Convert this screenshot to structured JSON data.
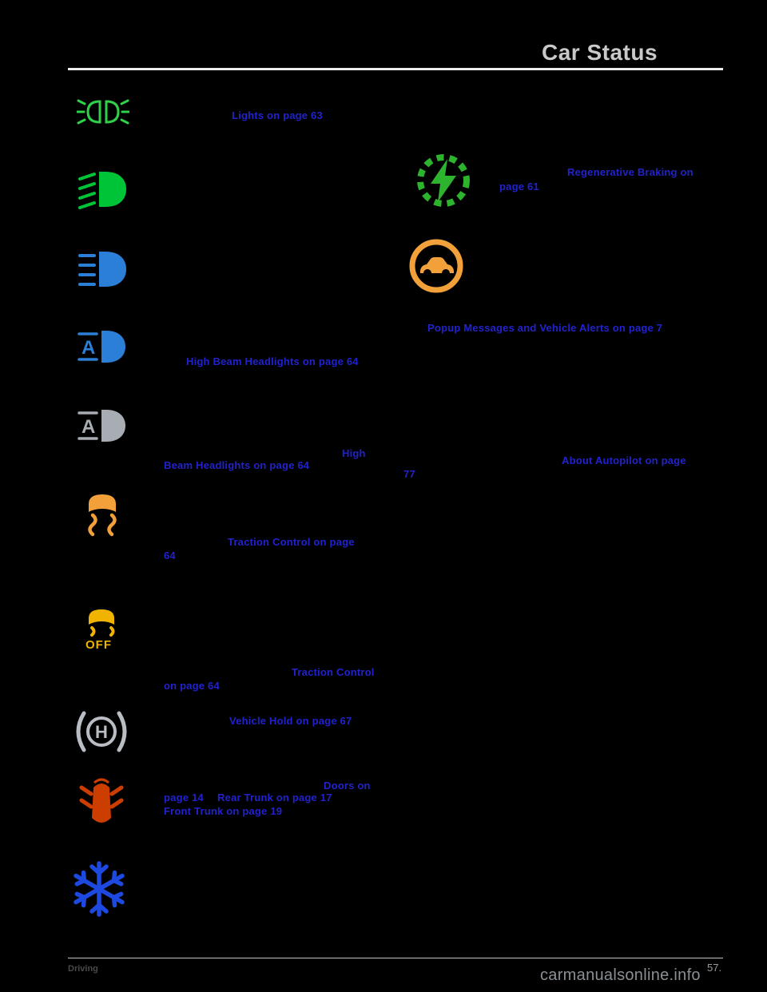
{
  "header": {
    "title": "Car Status"
  },
  "colors": {
    "background": "#000000",
    "title": "#c9c9c9",
    "rule": "#ededed",
    "rule_footer": "#c4c4c4",
    "link": "#2222cc",
    "parking_green": "#2fd04a",
    "lamp_green": "#00c437",
    "lamp_blue": "#2b7fd6",
    "lamp_gray": "#a8adb3",
    "traction_amber": "#f2a13a",
    "traction_off_amber": "#f0b400",
    "hold_gray": "#b9bec4",
    "doors_red": "#cc3d00",
    "snow_blue": "#1d49e0",
    "regen_green": "#2db32d",
    "alert_orange": "#f2a13a",
    "footer_text": "#4a4a4a",
    "page_number": "#9a9a9a",
    "watermark": "#8a8f94"
  },
  "glyphs": {
    "auto_a": "A",
    "hold_h": "H",
    "traction_off": "OFF"
  },
  "icons": {
    "parking_lights": "green parking lights indicator",
    "low_beam": "green low beam headlights indicator",
    "high_beam": "blue high beam headlights indicator",
    "auto_high_beam_active": "blue auto high beam indicator with A",
    "auto_high_beam_available": "gray auto high beam indicator with A",
    "traction_control": "amber car with skid marks",
    "traction_control_off": "amber car with skid marks and OFF",
    "vehicle_hold": "gray H in circle with side brackets",
    "doors_open": "red-orange car with open doors top view",
    "cold_battery": "blue snowflake",
    "regen_braking_limited": "green dashed circle with lightning bolt",
    "vehicle_alert": "orange ring with car silhouette"
  },
  "links": [
    {
      "text": "Lights on page 63"
    },
    {
      "text": "Regenerative Braking on"
    },
    {
      "text": "page 61"
    },
    {
      "text": "Popup Messages and Vehicle Alerts on page 7"
    },
    {
      "text": "High Beam Headlights on page 64"
    },
    {
      "text": "High"
    },
    {
      "text": "Beam Headlights on page 64"
    },
    {
      "text": "About Autopilot on page"
    },
    {
      "text": "77"
    },
    {
      "text": "Traction Control on page"
    },
    {
      "text": "64"
    },
    {
      "text": "Traction Control"
    },
    {
      "text": "on page 64"
    },
    {
      "text": "Vehicle Hold on page 67"
    },
    {
      "text": "Doors on"
    },
    {
      "text": "page 14"
    },
    {
      "text": "Rear Trunk on page 17"
    },
    {
      "text": "Front Trunk on page 19"
    }
  ],
  "footer": {
    "section": "Driving",
    "page_number": "57.",
    "watermark": "carmanualsonline.info"
  }
}
